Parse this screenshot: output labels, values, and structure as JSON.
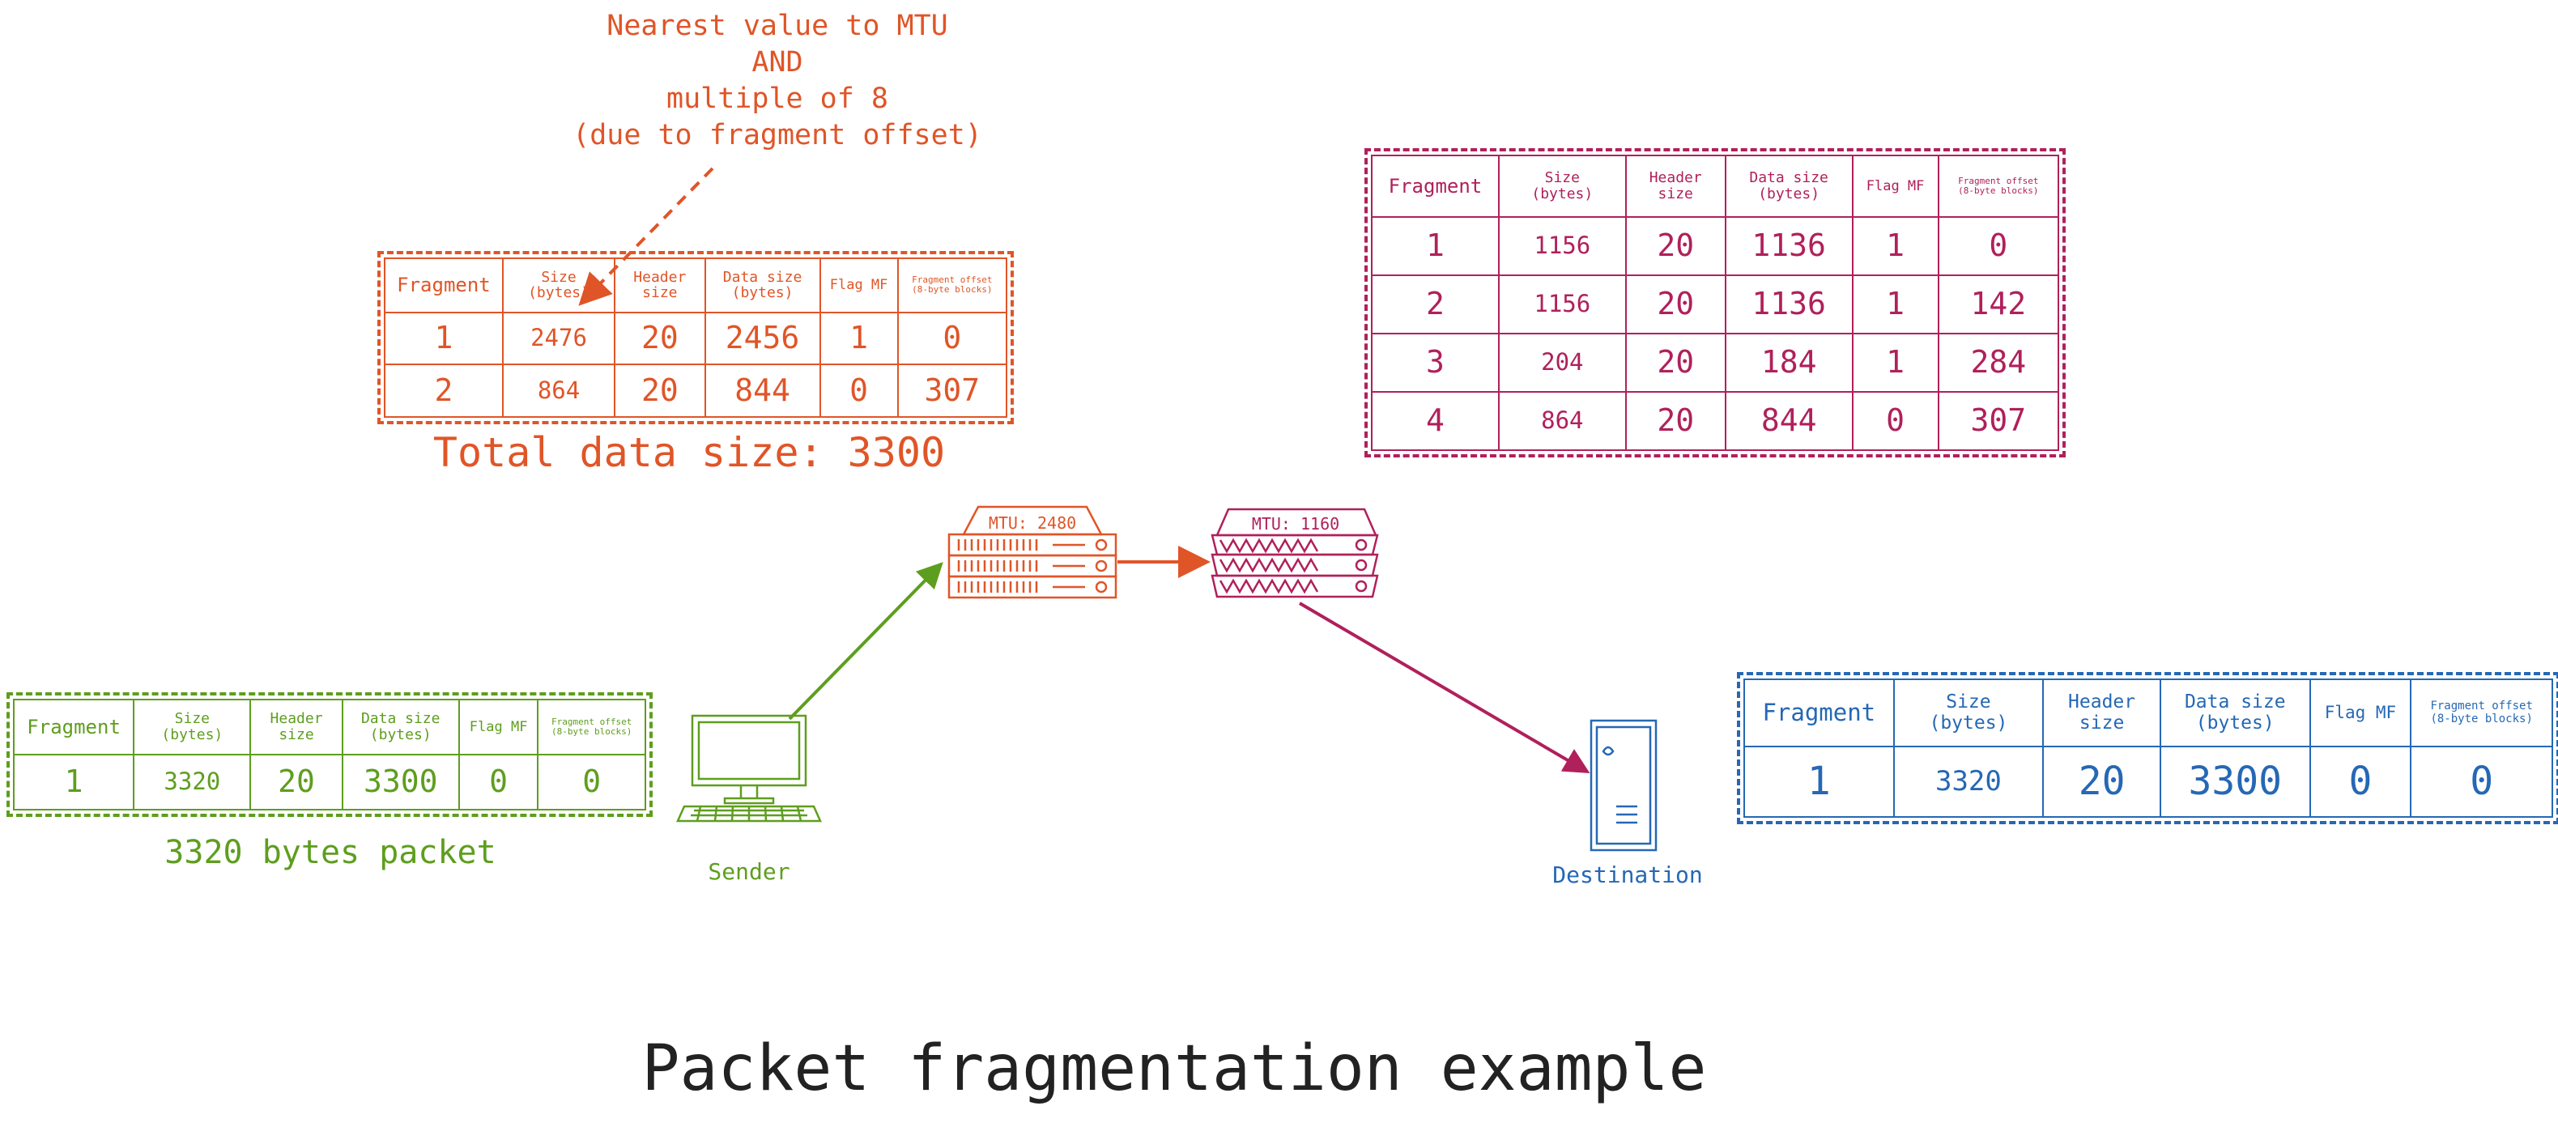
{
  "annotation": {
    "lines": [
      "Nearest value to MTU",
      "AND",
      "multiple of 8",
      "(due to fragment offset)"
    ],
    "color": "#e05527"
  },
  "headers": {
    "fragment": "Fragment",
    "size_l1": "Size",
    "size_l2": "(bytes)",
    "header_l1": "Header",
    "header_l2": "size",
    "data_l1": "Data size",
    "data_l2": "(bytes)",
    "flag": "Flag MF",
    "offset_l1": "Fragment offset",
    "offset_l2": "(8-byte blocks)"
  },
  "tables": {
    "first_hop": {
      "color": "#e05527",
      "rows": [
        {
          "fragment": "1",
          "size": "2476",
          "header": "20",
          "data": "2456",
          "mf": "1",
          "offset": "0"
        },
        {
          "fragment": "2",
          "size": "864",
          "header": "20",
          "data": "844",
          "mf": "0",
          "offset": "307"
        }
      ],
      "caption": "Total data size: 3300"
    },
    "second_hop": {
      "color": "#b0205b",
      "rows": [
        {
          "fragment": "1",
          "size": "1156",
          "header": "20",
          "data": "1136",
          "mf": "1",
          "offset": "0"
        },
        {
          "fragment": "2",
          "size": "1156",
          "header": "20",
          "data": "1136",
          "mf": "1",
          "offset": "142"
        },
        {
          "fragment": "3",
          "size": "204",
          "header": "20",
          "data": "184",
          "mf": "1",
          "offset": "284"
        },
        {
          "fragment": "4",
          "size": "864",
          "header": "20",
          "data": "844",
          "mf": "0",
          "offset": "307"
        }
      ]
    },
    "sender": {
      "color": "#5e9e1e",
      "rows": [
        {
          "fragment": "1",
          "size": "3320",
          "header": "20",
          "data": "3300",
          "mf": "0",
          "offset": "0"
        }
      ],
      "caption": "3320 bytes packet"
    },
    "destination": {
      "color": "#2568b5",
      "rows": [
        {
          "fragment": "1",
          "size": "3320",
          "header": "20",
          "data": "3300",
          "mf": "0",
          "offset": "0"
        }
      ]
    }
  },
  "nodes": {
    "router1_label": "MTU: 2480",
    "router2_label": "MTU: 1160",
    "sender_label": "Sender",
    "destination_label": "Destination"
  },
  "title": "Packet fragmentation example",
  "colors": {
    "orange": "#e05527",
    "purple": "#b0205b",
    "green": "#5e9e1e",
    "blue": "#2568b5",
    "title": "#222222"
  }
}
